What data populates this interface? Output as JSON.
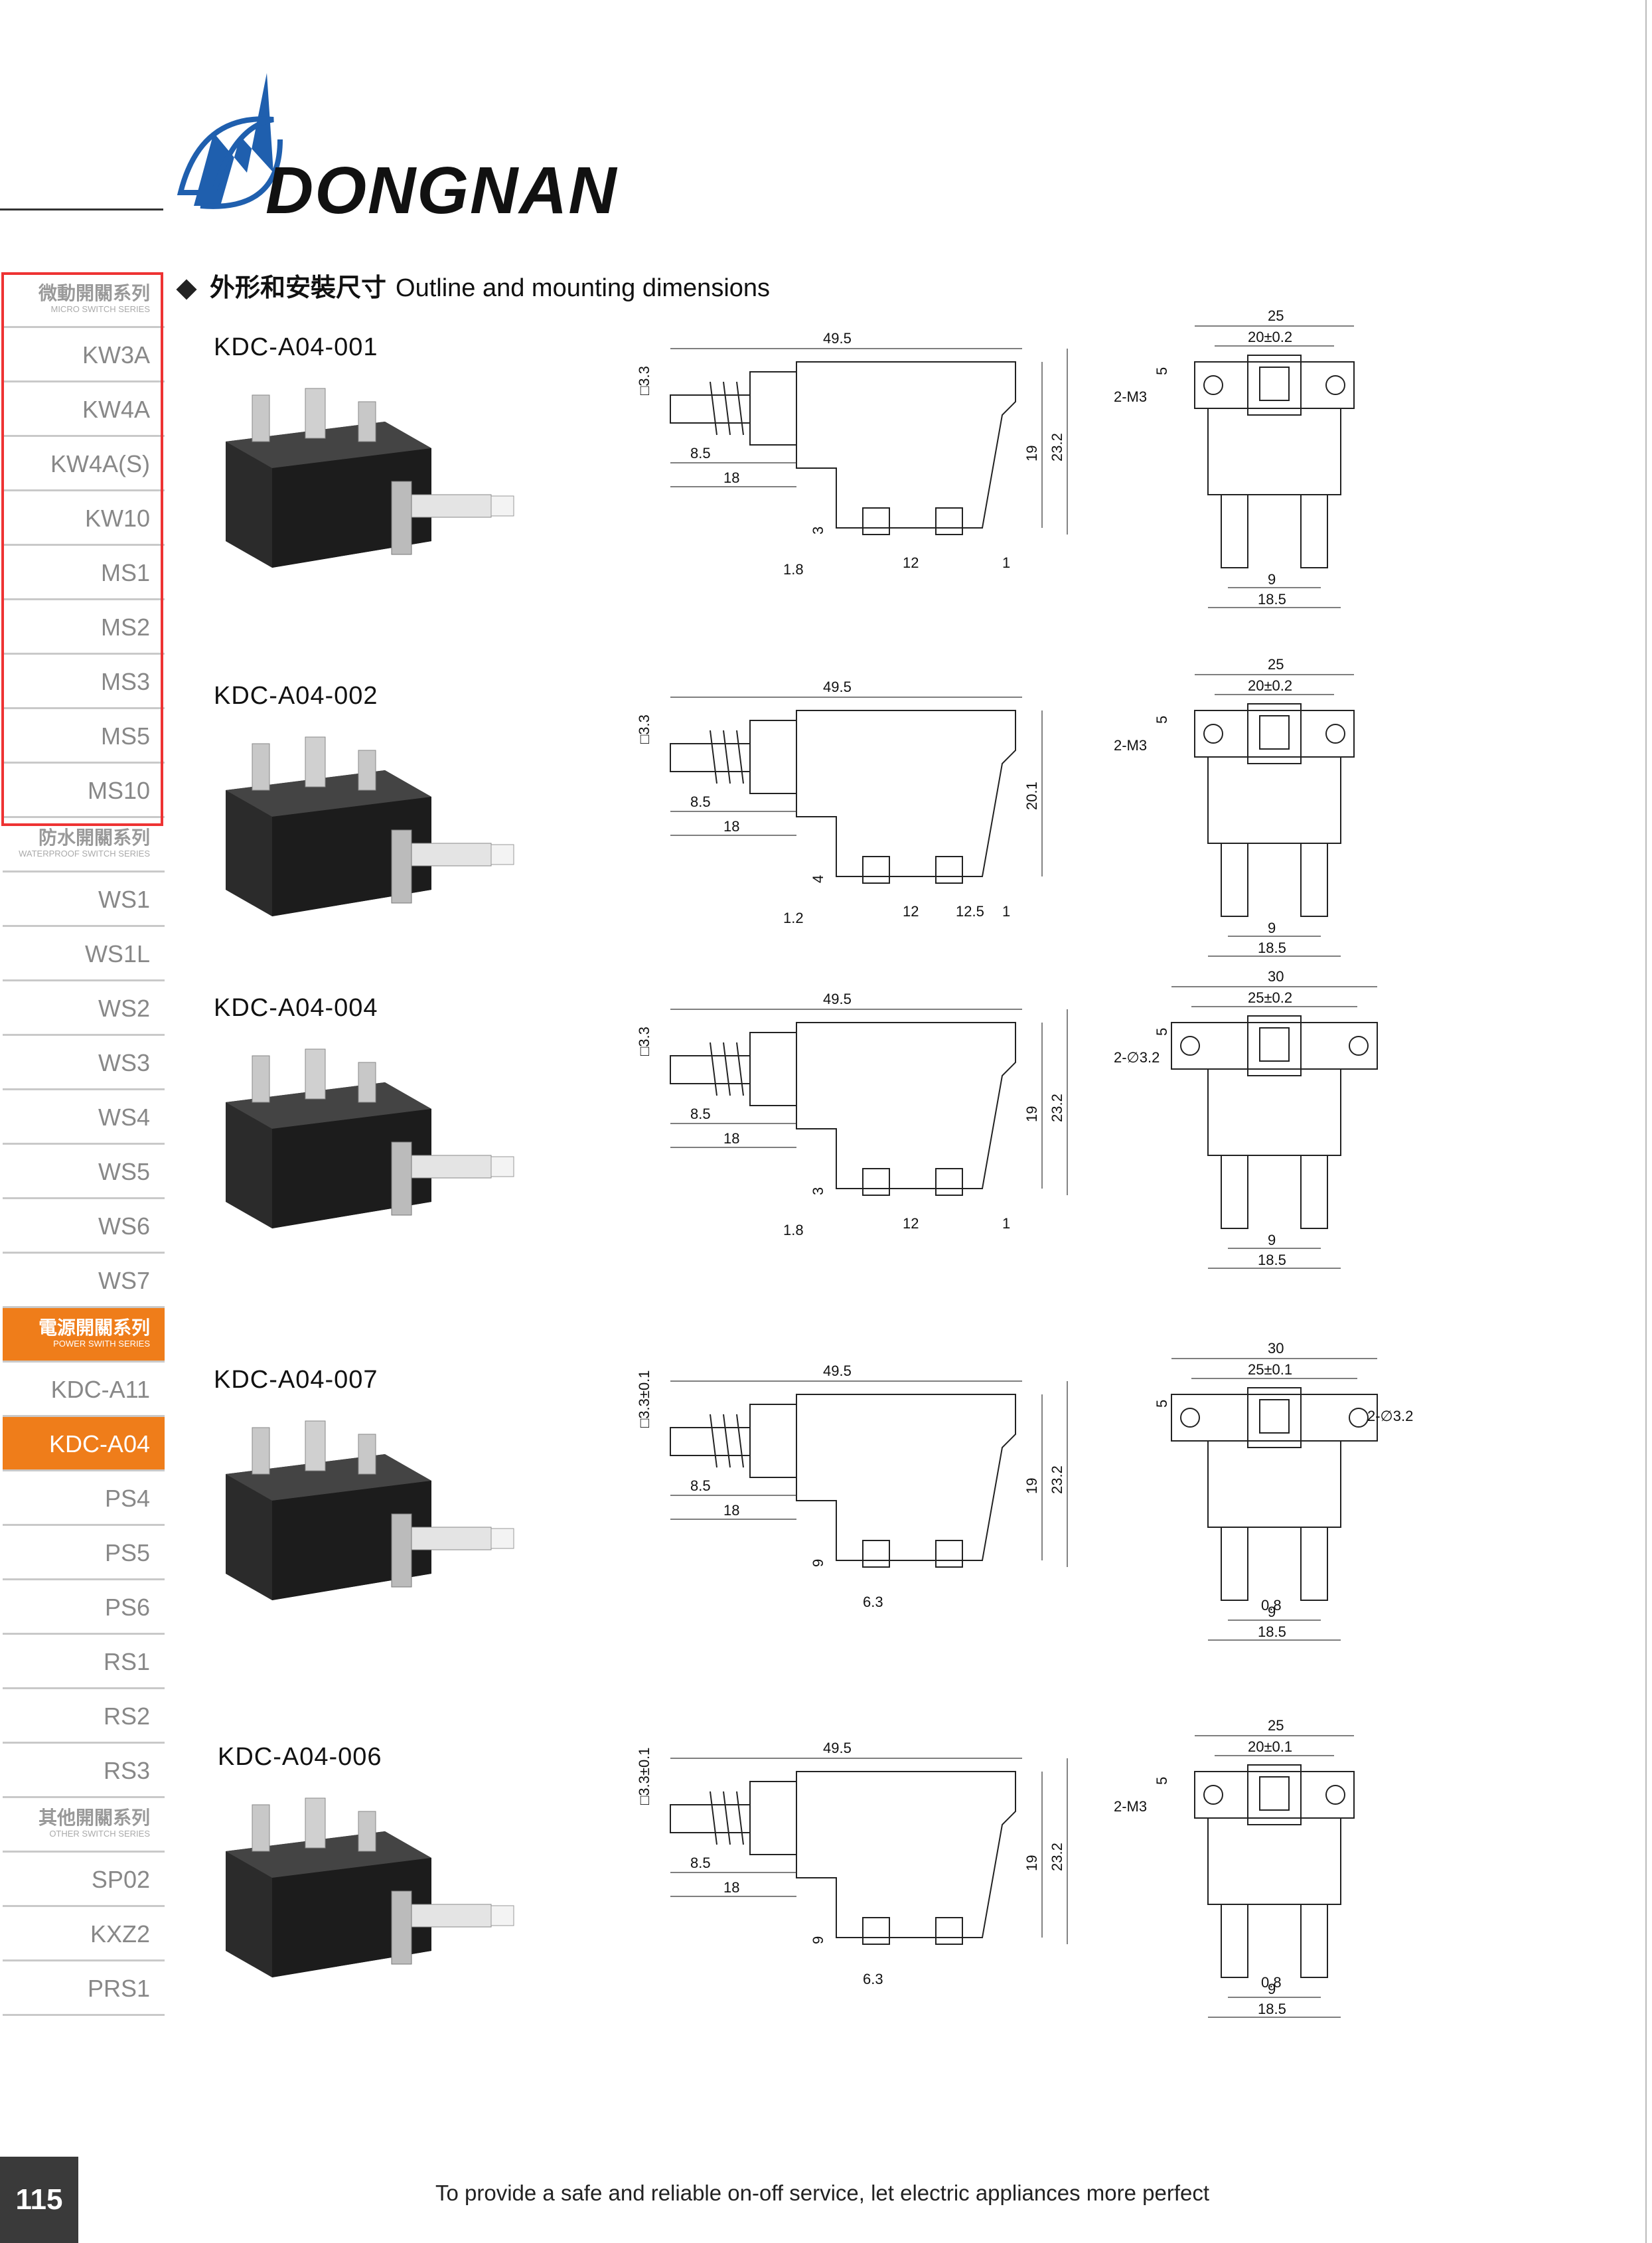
{
  "brand": {
    "name": "DONGNAN"
  },
  "sidebar": {
    "micro_group": {
      "zh": "微動開關系列",
      "en": "MICRO SWITCH SERIES"
    },
    "micro_items": [
      "KW3A",
      "KW4A",
      "KW4A(S)",
      "KW10",
      "MS1",
      "MS2",
      "MS3",
      "MS5",
      "MS10"
    ],
    "waterproof_group": {
      "zh": "防水開關系列",
      "en": "WATERPROOF SWITCH SERIES"
    },
    "waterproof_items": [
      "WS1",
      "WS1L",
      "WS2",
      "WS3",
      "WS4",
      "WS5",
      "WS6",
      "WS7"
    ],
    "power_group": {
      "zh": "電源開關系列",
      "en": "POWER SWITH SERIES"
    },
    "power_items": [
      "KDC-A11",
      "KDC-A04",
      "PS4",
      "PS5",
      "PS6",
      "RS1",
      "RS2",
      "RS3"
    ],
    "other_group": {
      "zh": "其他開關系列",
      "en": "OTHER SWITCH SERIES"
    },
    "other_items": [
      "SP02",
      "KXZ2",
      "PRS1"
    ],
    "active_item": "KDC-A04"
  },
  "section": {
    "zh": "外形和安裝尺寸",
    "en": "Outline and mounting dimensions"
  },
  "models": [
    {
      "name": "KDC-A04-001",
      "length": "49.5",
      "plunger": "□3.3",
      "a": "8.5",
      "b": "18",
      "c": "1.8",
      "d": "12",
      "e": "1",
      "f": "3",
      "h1": "19",
      "h2": "23.2",
      "w": "25",
      "wm": "20±0.2",
      "ws": "5",
      "hole": "2-M3",
      "pin": "9",
      "wb": "18.5"
    },
    {
      "name": "KDC-A04-002",
      "length": "49.5",
      "plunger": "□3.3",
      "a": "8.5",
      "b": "18",
      "c": "1.2",
      "d": "12",
      "e": "1",
      "g": "12.5",
      "f": "4",
      "h1": "20.1",
      "w": "25",
      "wm": "20±0.2",
      "ws": "5",
      "hole": "2-M3",
      "pin": "9",
      "wb": "18.5"
    },
    {
      "name": "KDC-A04-004",
      "length": "49.5",
      "plunger": "□3.3",
      "a": "8.5",
      "b": "18",
      "c": "1.8",
      "d": "12",
      "e": "1",
      "f": "3",
      "h1": "19",
      "h2": "23.2",
      "w": "30",
      "wm": "25±0.2",
      "ws": "5",
      "hole": "2-∅3.2",
      "pin": "9",
      "wb": "18.5"
    },
    {
      "name": "KDC-A04-007",
      "length": "49.5",
      "plunger": "□3.3±0.1",
      "a": "8.5",
      "b": "18",
      "t": "6.3",
      "f": "9",
      "h1": "19",
      "h2": "23.2",
      "w": "30",
      "wm": "25±0.1",
      "ws": "5",
      "hole": "2-∅3.2",
      "pt": "0.8",
      "pin": "9",
      "wb": "18.5"
    },
    {
      "name": "KDC-A04-006",
      "length": "49.5",
      "plunger": "□3.3±0.1",
      "a": "8.5",
      "b": "18",
      "t": "6.3",
      "f": "9",
      "h1": "19",
      "h2": "23.2",
      "w": "25",
      "wm": "20±0.1",
      "ws": "5",
      "hole": "2-M3",
      "pt": "0.8",
      "pin": "9",
      "wb": "18.5"
    }
  ],
  "footer": {
    "page": "115",
    "slogan": "To provide a safe and reliable on-off service, let electric  appliances more perfect"
  }
}
